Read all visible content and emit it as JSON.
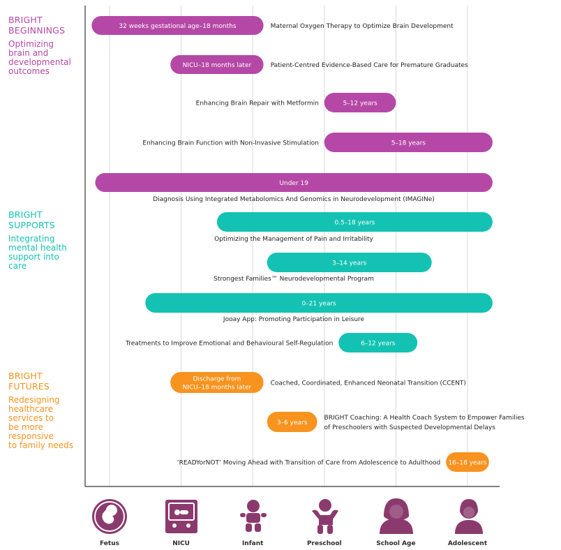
{
  "themes": [
    {
      "id": "beginnings",
      "head1": "BRIGHT",
      "head2": "BEGINNINGS",
      "sub": [
        "Optimizing",
        "brain and",
        "developmental",
        "outcomes"
      ],
      "color": "#b548a6"
    },
    {
      "id": "supports",
      "head1": "BRIGHT",
      "head2": "SUPPORTS",
      "sub": [
        "Integrating",
        "mental health",
        "support into",
        "care"
      ],
      "color": "#14c2b3"
    },
    {
      "id": "futures",
      "head1": "BRIGHT",
      "head2": "FUTURES",
      "sub": [
        "Redesigning",
        "healthcare",
        "services to",
        "be more",
        "responsive",
        "to family needs"
      ],
      "color": "#f7931e"
    }
  ],
  "stages": [
    {
      "label": "Fetus",
      "icon": "fetus-icon"
    },
    {
      "label": "NICU",
      "icon": "incubator-icon"
    },
    {
      "label": "Infant",
      "icon": "infant-icon"
    },
    {
      "label": "Preschool",
      "icon": "preschool-child-icon"
    },
    {
      "label": "School Age",
      "icon": "school-age-child-icon"
    },
    {
      "label": "Adolescent",
      "icon": "adolescent-icon"
    }
  ],
  "stage_icon_color": "#8b3a6e",
  "chart_data": {
    "type": "gantt",
    "x_axis": "developmental stage (Fetus, NICU, Infant, Preschool, School Age, Adolescent)",
    "grid": true,
    "projects": [
      {
        "theme": "beginnings",
        "range_label": [
          "32 weeks gestational age–18 months"
        ],
        "project": [
          "Maternal Oxygen Therapy to Optimize Brain Development"
        ],
        "start": -0.25,
        "end": 2.15
      },
      {
        "theme": "beginnings",
        "range_label": [
          "NICU–18 months later"
        ],
        "project": [
          "Patient-Centred Evidence-Based Care for Premature Graduates"
        ],
        "start": 0.85,
        "end": 2.15
      },
      {
        "theme": "beginnings",
        "range_label": [
          "5–12 years"
        ],
        "project": [
          "Enhancing Brain Repair with Metformin"
        ],
        "start": 3.0,
        "end": 4.0
      },
      {
        "theme": "beginnings",
        "range_label": [
          "5–18 years"
        ],
        "project": [
          "Enhancing Brain Function with Non-Invasive Stimulation"
        ],
        "start": 3.0,
        "end": 5.35
      },
      {
        "theme": "beginnings",
        "range_label": [
          "Under 19"
        ],
        "project": [
          "Diagnosis Using Integrated Metabolomics And Genomics in Neurodevelopment (IMAGINe)"
        ],
        "start": -0.2,
        "end": 5.35
      },
      {
        "theme": "supports",
        "range_label": [
          "0.5–18 years"
        ],
        "project": [
          "Optimizing the Management of Pain and Irritability"
        ],
        "start": 1.5,
        "end": 5.35
      },
      {
        "theme": "supports",
        "range_label": [
          "3–14 years"
        ],
        "project": [
          "Strongest Families™ Neurodevelopmental Program"
        ],
        "start": 2.2,
        "end": 4.5
      },
      {
        "theme": "supports",
        "range_label": [
          "0–21 years"
        ],
        "project": [
          "Jooay App: Promoting Participation in Leisure"
        ],
        "start": 0.5,
        "end": 5.35
      },
      {
        "theme": "supports",
        "range_label": [
          "6–12 years"
        ],
        "project": [
          "Treatments to Improve Emotional and Behavioural Self-Regulation"
        ],
        "start": 3.2,
        "end": 4.3
      },
      {
        "theme": "futures",
        "range_label": [
          "Discharge from",
          "NICU–18 months later"
        ],
        "project": [
          "Coached, Coordinated, Enhanced Neonatal Transition (CCENT)"
        ],
        "start": 0.85,
        "end": 2.15
      },
      {
        "theme": "futures",
        "range_label": [
          "3–6 years"
        ],
        "project": [
          "BRIGHT Coaching: A Health Coach System to Empower Families",
          "of Preschoolers with Suspected Developmental Delays"
        ],
        "start": 2.2,
        "end": 2.9
      },
      {
        "theme": "futures",
        "range_label": [
          "16–18 years"
        ],
        "project": [
          "‘READYorNOT’ Moving Ahead with Transition of Care from Adolescence to Adulthood"
        ],
        "start": 4.7,
        "end": 5.3
      }
    ]
  }
}
